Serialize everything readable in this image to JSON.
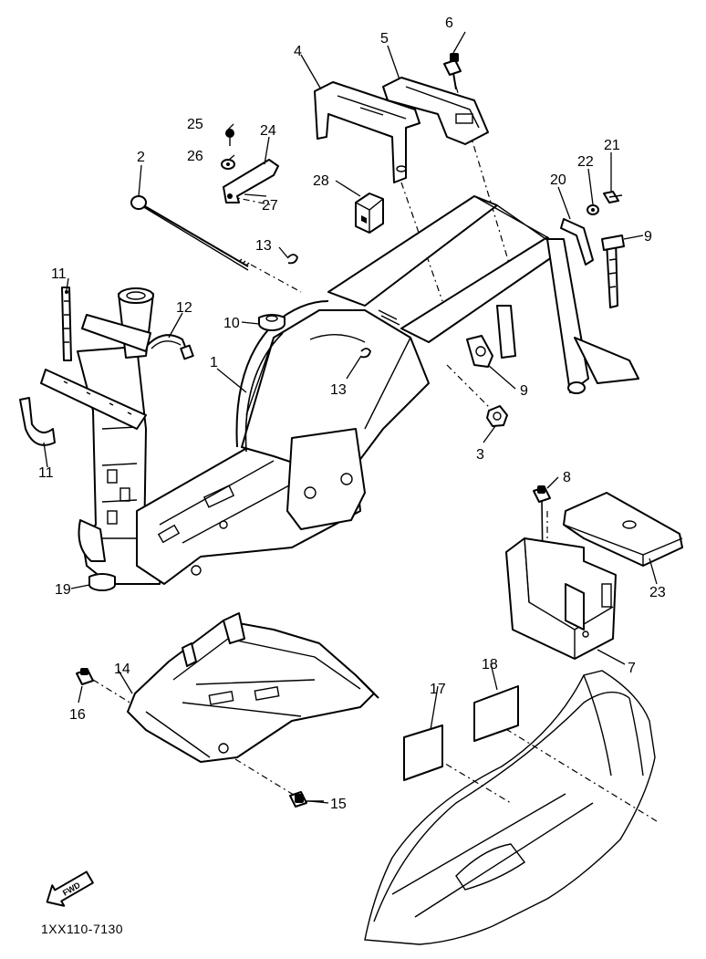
{
  "diagram": {
    "part_labels": [
      "1",
      "2",
      "3",
      "4",
      "5",
      "6",
      "7",
      "8",
      "9",
      "9",
      "10",
      "11",
      "11",
      "12",
      "13",
      "13",
      "14",
      "15",
      "16",
      "17",
      "18",
      "19",
      "20",
      "21",
      "22",
      "23",
      "24",
      "25",
      "26",
      "27",
      "28"
    ],
    "fwd_arrow": "FWD",
    "diagram_code": "1XX110-7130",
    "icons": [
      "fwd-arrow-icon"
    ]
  }
}
